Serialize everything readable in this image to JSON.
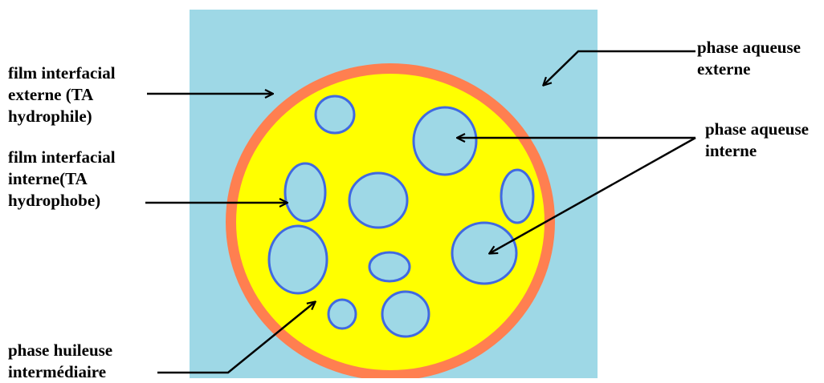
{
  "colors": {
    "outer_phase": "#9ed8e6",
    "interface_ring": "#ff7f50",
    "oil_phase": "#ffff00",
    "droplet_fill": "#9ed8e6",
    "droplet_border": "#4169e1",
    "arrow": "#000000"
  },
  "labels": {
    "external_film": [
      "film interfacial",
      "externe (TA",
      "hydrophile)"
    ],
    "internal_film": [
      "film interfacial",
      "interne(TA",
      "hydrophobe)"
    ],
    "oil_phase": [
      "phase huileuse",
      "intermédiaire"
    ],
    "external_aqueous": [
      "phase aqueuse",
      "externe"
    ],
    "internal_aqueous": [
      "phase aqueuse",
      "interne"
    ]
  }
}
